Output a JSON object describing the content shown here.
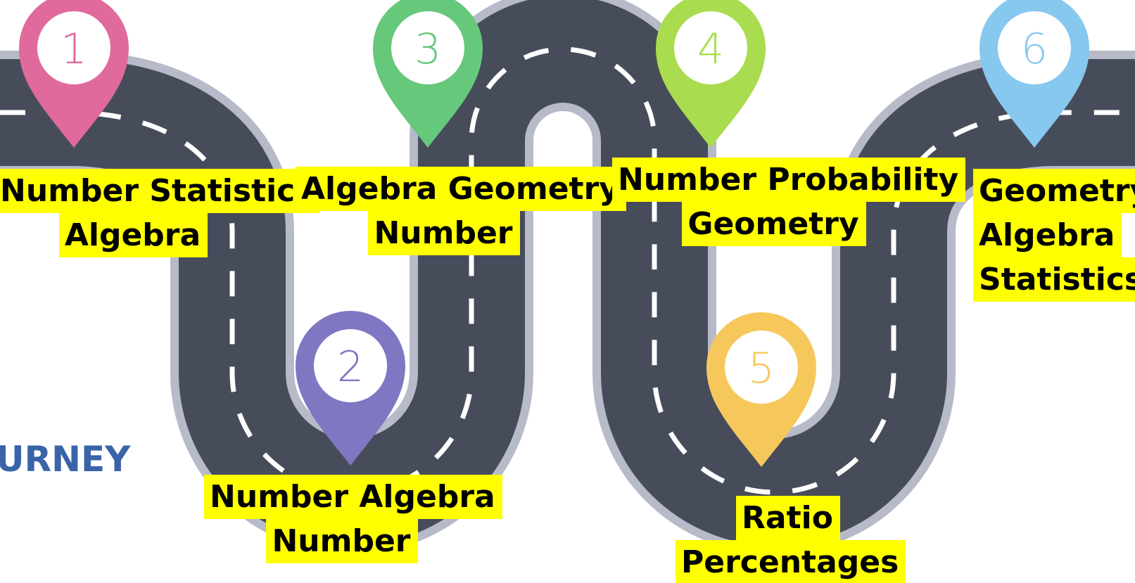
{
  "colors": {
    "road": "#474c5a",
    "road_edge": "#b7bac9",
    "lane_marking": "#ffffff",
    "label_highlight": "#ffff00",
    "side_text": "#3a63a8"
  },
  "stops": [
    {
      "number": "1",
      "color": "#e06a9c",
      "lines": [
        "Number Statistics",
        "Algebra"
      ]
    },
    {
      "number": "2",
      "color": "#8077c3",
      "lines": [
        "Number Algebra",
        "Number"
      ]
    },
    {
      "number": "3",
      "color": "#66c87b",
      "lines": [
        "Algebra Geometry",
        "Number"
      ]
    },
    {
      "number": "4",
      "color": "#a9dc4e",
      "lines": [
        "Number Probability",
        "Geometry"
      ]
    },
    {
      "number": "5",
      "color": "#f6c85c",
      "lines": [
        "Ratio",
        "Percentages"
      ]
    },
    {
      "number": "6",
      "color": "#87c8ee",
      "lines": [
        "Geometry",
        "Algebra",
        "Statistics"
      ]
    }
  ],
  "side_text_left": "URNEY"
}
